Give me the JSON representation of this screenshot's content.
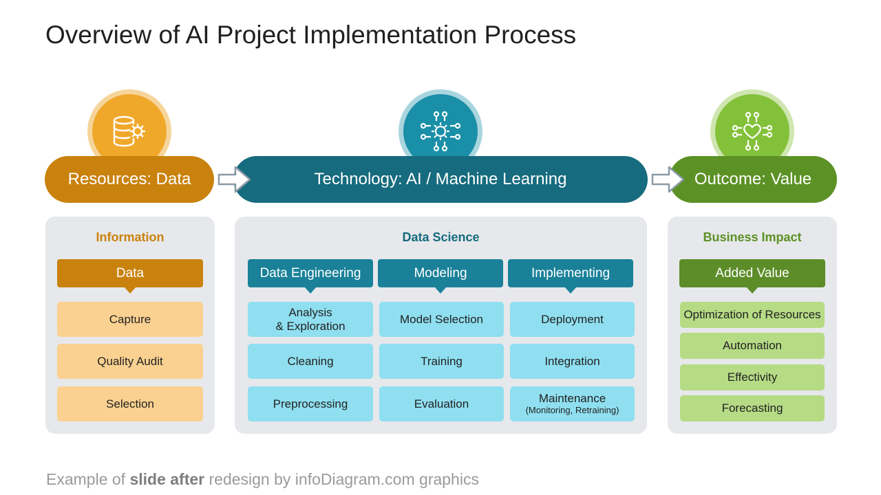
{
  "title": "Overview of AI Project Implementation Process",
  "stages": {
    "resources": {
      "label": "Resources: Data",
      "color": "#c9820d",
      "circle": "#f0a82b",
      "ring": "#f6d59a",
      "icon": "database-gear-icon"
    },
    "technology": {
      "label": "Technology: AI / Machine Learning",
      "color": "#166b7e",
      "circle": "#1a8fa8",
      "ring": "#a9d5df",
      "icon": "circuit-gear-icon"
    },
    "outcome": {
      "label": "Outcome: Value",
      "color": "#5c9125",
      "circle": "#84c13a",
      "ring": "#cfe6b0",
      "icon": "circuit-heart-icon"
    }
  },
  "arrows": {
    "icon": "right-arrow-icon"
  },
  "panels": {
    "information": {
      "title": "Information",
      "title_color": "#c9820d",
      "header": "Data",
      "header_color": "#c9820d",
      "box_color": "#fad190",
      "items": [
        "Capture",
        "Quality Audit",
        "Selection"
      ]
    },
    "data_science": {
      "title": "Data Science",
      "title_color": "#166b7e",
      "header_color": "#1a8199",
      "box_color": "#8fdff0",
      "columns": [
        {
          "header": "Data Engineering",
          "items": [
            {
              "text": "Analysis",
              "text2": "& Exploration"
            },
            {
              "text": "Cleaning"
            },
            {
              "text": "Preprocessing"
            }
          ]
        },
        {
          "header": "Modeling",
          "items": [
            {
              "text": "Model Selection"
            },
            {
              "text": "Training"
            },
            {
              "text": "Evaluation"
            }
          ]
        },
        {
          "header": "Implementing",
          "items": [
            {
              "text": "Deployment"
            },
            {
              "text": "Integration"
            },
            {
              "text": "Maintenance",
              "sub": "(Monitoring, Retraining)"
            }
          ]
        }
      ]
    },
    "business_impact": {
      "title": "Business Impact",
      "title_color": "#5c9125",
      "header": "Added Value",
      "header_color": "#5c8d29",
      "box_color": "#b6db85",
      "items": [
        "Optimization of Resources",
        "Automation",
        "Effectivity",
        "Forecasting"
      ]
    }
  },
  "footer": {
    "prefix": "Example of ",
    "bold": "slide after",
    "suffix": " redesign by infoDiagram.com graphics"
  }
}
